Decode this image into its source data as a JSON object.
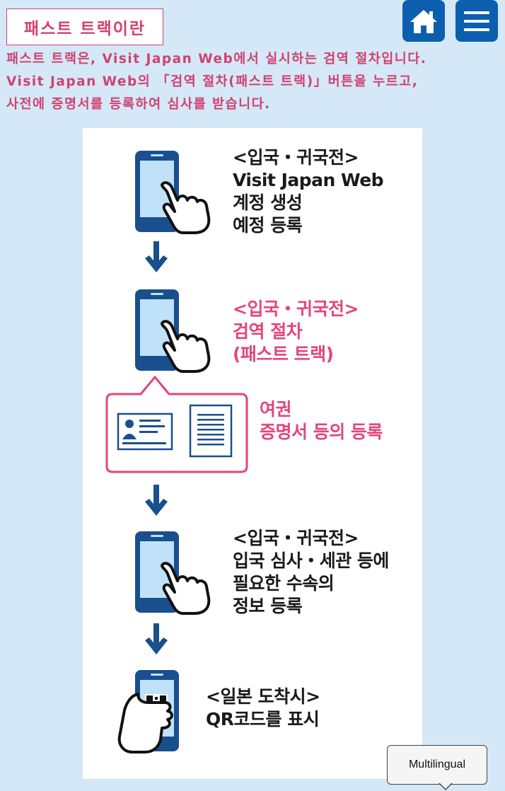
{
  "header": {
    "title": "패스트 트랙이란",
    "home_icon": "home-icon",
    "menu_icon": "hamburger-menu-icon"
  },
  "intro": {
    "lines": [
      "패스트 트랙은, Visit Japan Web에서 실시하는 검역 절차입니다.",
      "Visit Japan Web의 「검역 절차(패스트 트랙)」버튼을 누르고,",
      "사전에 증명서를 등록하여 심사를 받습니다."
    ]
  },
  "steps": [
    {
      "lines": [
        "<입국・귀국전>",
        "Visit Japan Web",
        "계정 생성",
        "예정 등록"
      ]
    },
    {
      "lines": [
        "<입국・귀국전>",
        "검역 절차",
        "(패스트 트랙)"
      ]
    },
    {
      "lines": [
        "여권",
        "증명서 등의 등록"
      ]
    },
    {
      "lines": [
        "<입국・귀국전>",
        "입국 심사・세관 등에",
        "필요한 수속의",
        "정보 등록"
      ]
    },
    {
      "lines": [
        "<일본 도착시>",
        "QR코드를 표시"
      ]
    }
  ],
  "colors": {
    "background": "#d4e8f8",
    "accent_pink": "#d1426e",
    "illustration_pink": "#e4457a",
    "brand_blue": "#0c5fae",
    "phone_blue": "#1a4f8e"
  },
  "multilingual_button": {
    "label": "Multilingual"
  }
}
